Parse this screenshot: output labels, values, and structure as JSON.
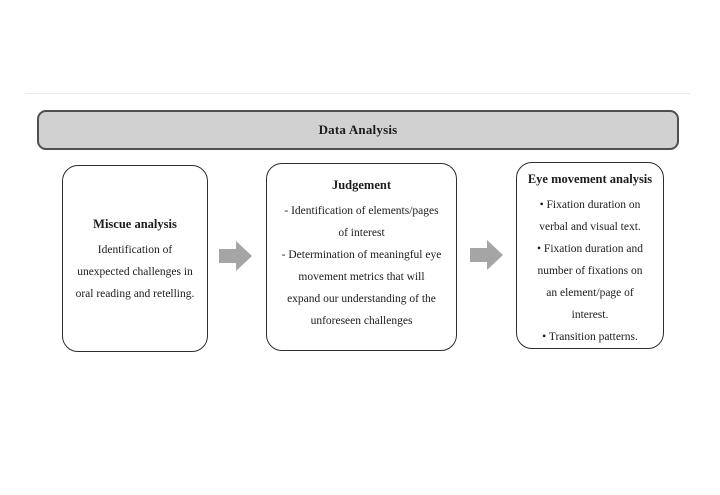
{
  "figure": {
    "colors": {
      "background": "#ffffff",
      "header_fill": "#d1d1d1",
      "header_border": "#4f4f4f",
      "box_border": "#2e2e2e",
      "arrow_fill": "#a5a5a5",
      "text": "#1c1c1c"
    },
    "header": {
      "label": "Data Analysis"
    },
    "boxes": [
      {
        "title": "Miscue analysis",
        "lines": [
          "Identification of",
          "unexpected challenges in",
          "oral reading and retelling."
        ]
      },
      {
        "title": "Judgement",
        "lines": [
          "- Identification of elements/pages",
          "of interest",
          "- Determination of meaningful eye",
          "movement metrics that will",
          "expand our understanding of the",
          "unforeseen challenges"
        ]
      },
      {
        "title": "Eye movement analysis",
        "lines": [
          "• Fixation duration on",
          "verbal and visual text.",
          "• Fixation duration and",
          "number of fixations on",
          "an element/page of",
          "interest.",
          "• Transition patterns."
        ]
      }
    ],
    "arrows": [
      {
        "name": "arrow-miscue-to-judgement",
        "direction": "right"
      },
      {
        "name": "arrow-judgement-to-eye-movement",
        "direction": "right"
      }
    ]
  }
}
